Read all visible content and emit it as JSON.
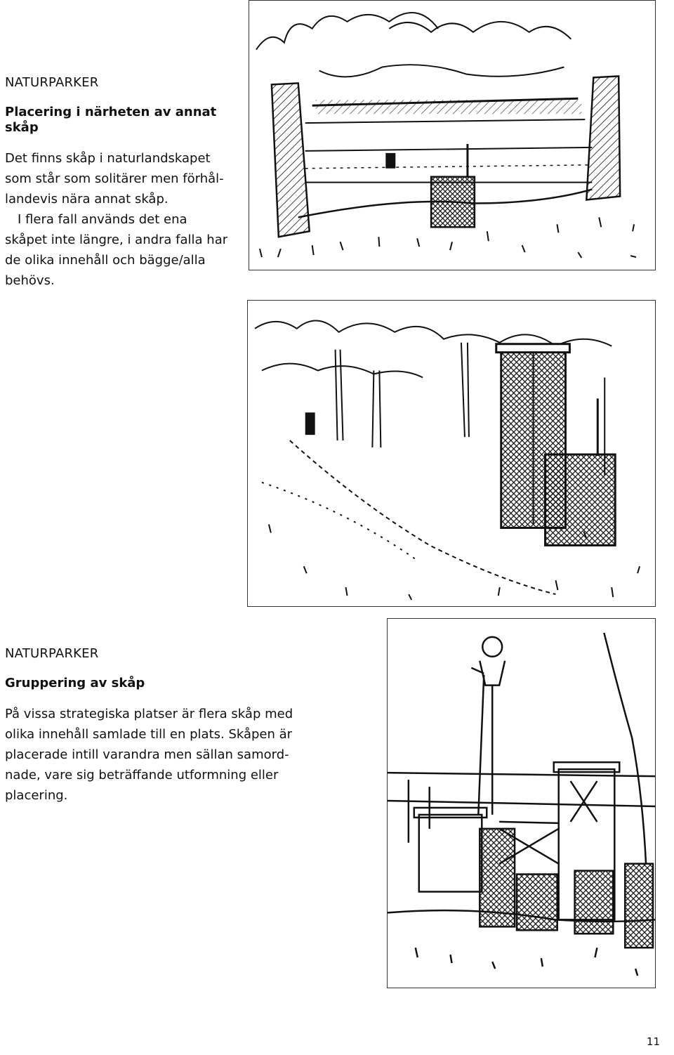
{
  "section1": {
    "heading": "NATURPARKER",
    "subheading": "Placering i närheten av annat skåp",
    "paragraph1_lines": [
      "Det finns skåp i naturlandskapet",
      "som står som solitärer men förhål-",
      "landevis nära annat skåp."
    ],
    "paragraph2_lines": [
      "I flera fall används det ena",
      "skåpet inte längre, i andra falla har",
      "de olika innehåll och bägge/alla",
      "behövs."
    ]
  },
  "section2": {
    "heading": "NATURPARKER",
    "subheading": "Gruppering av skåp",
    "paragraph_lines": [
      "På vissa strategiska platser är flera skåp med",
      "olika innehåll samlade till en plats. Skåpen är",
      "placerade intill varandra men sällan samord-",
      "nade, vare sig beträffande utformning eller",
      "placering."
    ]
  },
  "page_number": "11"
}
